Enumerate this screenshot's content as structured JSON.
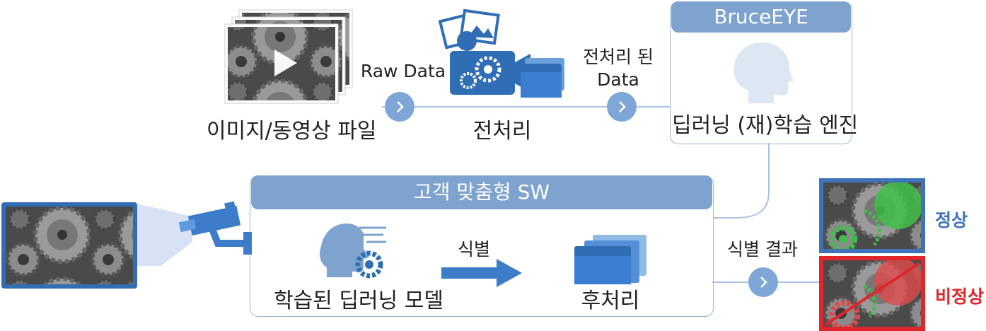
{
  "labels": {
    "input_files": "이미지/동영상 파일",
    "raw_data": "Raw Data",
    "preprocess": "전처리",
    "preprocessed_line1": "전처리 된",
    "preprocessed_line2": "Data",
    "engine_title": "BruceEYE",
    "engine_caption": "딥러닝 (재)학습 엔진",
    "sw_title": "고객 맞춤형 SW",
    "trained_model": "학습된 딥러닝 모델",
    "identify": "식별",
    "postprocess": "후처리",
    "identify_result": "식별 결과",
    "normal": "정상",
    "abnormal": "비정상"
  },
  "colors": {
    "accent_blue": "#7fa3cf",
    "connector": "#a9c2df",
    "normal": "#3f73b8",
    "abnormal": "#e0262b",
    "gear_green": "#3fbf4a",
    "gear_red": "#e04a4a"
  },
  "icons": [
    "play-icon",
    "photos-icon",
    "camera-gears-icon",
    "folders-icon",
    "head-icon",
    "cctv-camera-icon",
    "head-gear-icon",
    "arrow-right-icon",
    "chevron-right-icon"
  ]
}
